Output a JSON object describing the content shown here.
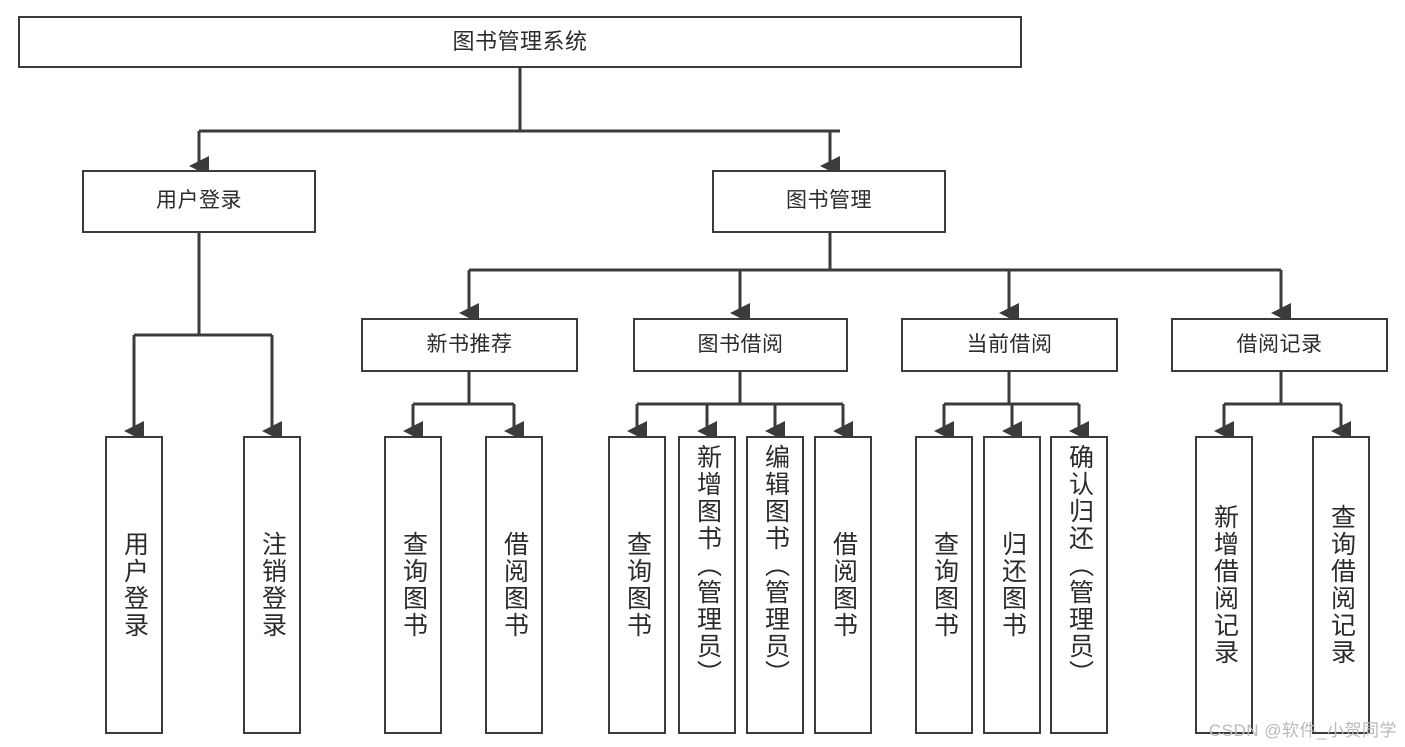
{
  "diagram": {
    "type": "tree",
    "title": "图书管理系统",
    "background_color": "#ffffff",
    "line_color": "#3b3b3b",
    "text_color": "#2b2b2b",
    "root": {
      "label": "图书管理系统"
    },
    "level2": [
      {
        "label": "用户登录"
      },
      {
        "label": "图书管理"
      }
    ],
    "level3": [
      {
        "label": "新书推荐"
      },
      {
        "label": "图书借阅"
      },
      {
        "label": "当前借阅"
      },
      {
        "label": "借阅记录"
      }
    ],
    "leaves": {
      "user_login": [
        {
          "label": "用户登录"
        },
        {
          "label": "注销登录"
        }
      ],
      "new_book_recommend": [
        {
          "label": "查询图书"
        },
        {
          "label": "借阅图书"
        }
      ],
      "book_borrow": [
        {
          "label": "查询图书"
        },
        {
          "label": "新增图书（管理员）"
        },
        {
          "label": "编辑图书（管理员）"
        },
        {
          "label": "借阅图书"
        }
      ],
      "current_borrow": [
        {
          "label": "查询图书"
        },
        {
          "label": "归还图书"
        },
        {
          "label": "确认归还（管理员）"
        }
      ],
      "borrow_record": [
        {
          "label": "新增借阅记录"
        },
        {
          "label": "查询借阅记录"
        }
      ]
    }
  },
  "watermark": {
    "text": "CSDN @软件_小贺同学"
  }
}
